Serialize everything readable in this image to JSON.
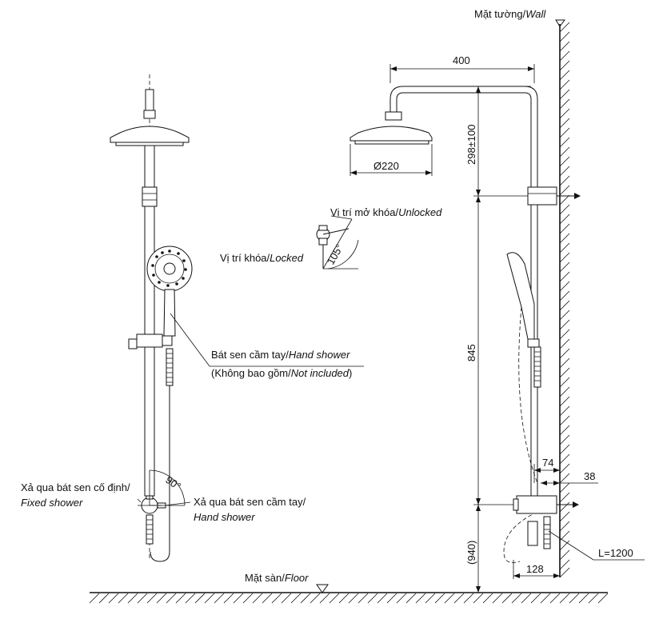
{
  "labels": {
    "wall_prefix": "Mặt tường/",
    "wall_en": "Wall",
    "floor_prefix": "Mặt sàn/",
    "floor_en": "Floor",
    "unlocked_prefix": "Vị trí mở khóa/",
    "unlocked_en": "Unlocked",
    "locked_prefix": "Vị trí khóa/",
    "locked_en": "Locked",
    "angle_105": "105°",
    "angle_90": "90°",
    "hand_shower_prefix": "Bát sen cầm tay/",
    "hand_shower_en": "Hand shower",
    "not_included_prefix": "(Không bao gồm/",
    "not_included_en": "Not included",
    "not_included_suffix": ")",
    "fixed_outlet_vi": "Xả qua bát sen cố định/",
    "fixed_outlet_en": "Fixed shower",
    "hand_outlet_vi": "Xả qua bát sen cầm tay/",
    "hand_outlet_en": "Hand shower"
  },
  "dimensions": {
    "arm_length": "400",
    "head_diameter": "Ø220",
    "head_drop": "298±100",
    "rail_height": "845",
    "mixer_depth": "74",
    "mixer_offset": "38",
    "mixer_height": "(940)",
    "hose_length": "L=1200",
    "bottom_width": "128"
  }
}
